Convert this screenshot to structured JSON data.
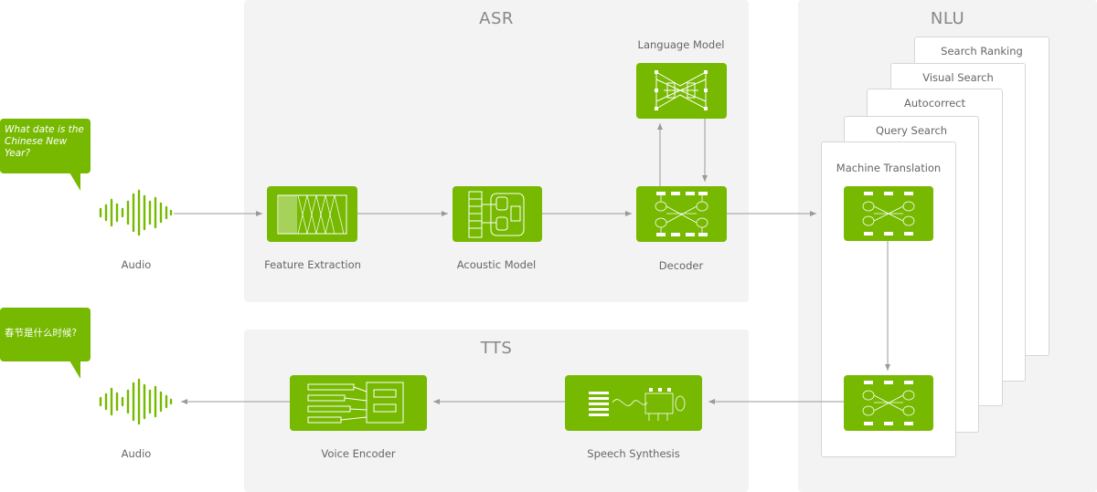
{
  "asr": {
    "title": "ASR",
    "language_model_label": "Language Model",
    "feature_extraction_label": "Feature Extraction",
    "acoustic_model_label": "Acoustic Model",
    "decoder_label": "Decoder"
  },
  "nlu": {
    "title": "NLU",
    "cards": [
      "Search Ranking",
      "Visual Search",
      "Autocorrect",
      "Query Search",
      "Machine Translation"
    ]
  },
  "tts": {
    "title": "TTS",
    "speech_synthesis_label": "Speech Synthesis",
    "voice_encoder_label": "Voice Encoder"
  },
  "input": {
    "question": "What date is the Chinese New Year?",
    "audio_label": "Audio"
  },
  "output": {
    "answer": "春节是什么时候?",
    "audio_label": "Audio"
  },
  "colors": {
    "accent": "#76b900",
    "panel_bg": "#f3f3f3",
    "arrow": "#9a9a9a"
  },
  "icons": [
    "audio-waveform-icon",
    "arrow-icon"
  ]
}
